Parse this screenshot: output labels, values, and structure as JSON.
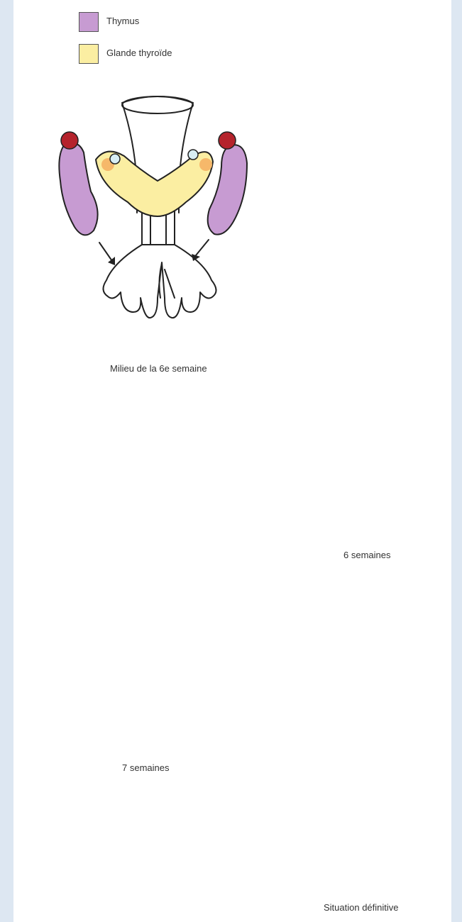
{
  "legend": {
    "thymus_label": "Thymus",
    "thyroid_label": "Glande thyroïde"
  },
  "stages": {
    "stage1": "Milieu de la 6e semaine",
    "stage2": "6 semaines",
    "stage3": "7 semaines",
    "stage4": "Situation définitive"
  },
  "colors": {
    "thymus": "#c79bd2",
    "thyroid": "#fbeea2",
    "parathyroid_red": "#b5232c",
    "parathyroid_blue": "#d8eef4",
    "parathyroid_orange": "#f6b86a",
    "arrow": "#cfd4dc"
  }
}
